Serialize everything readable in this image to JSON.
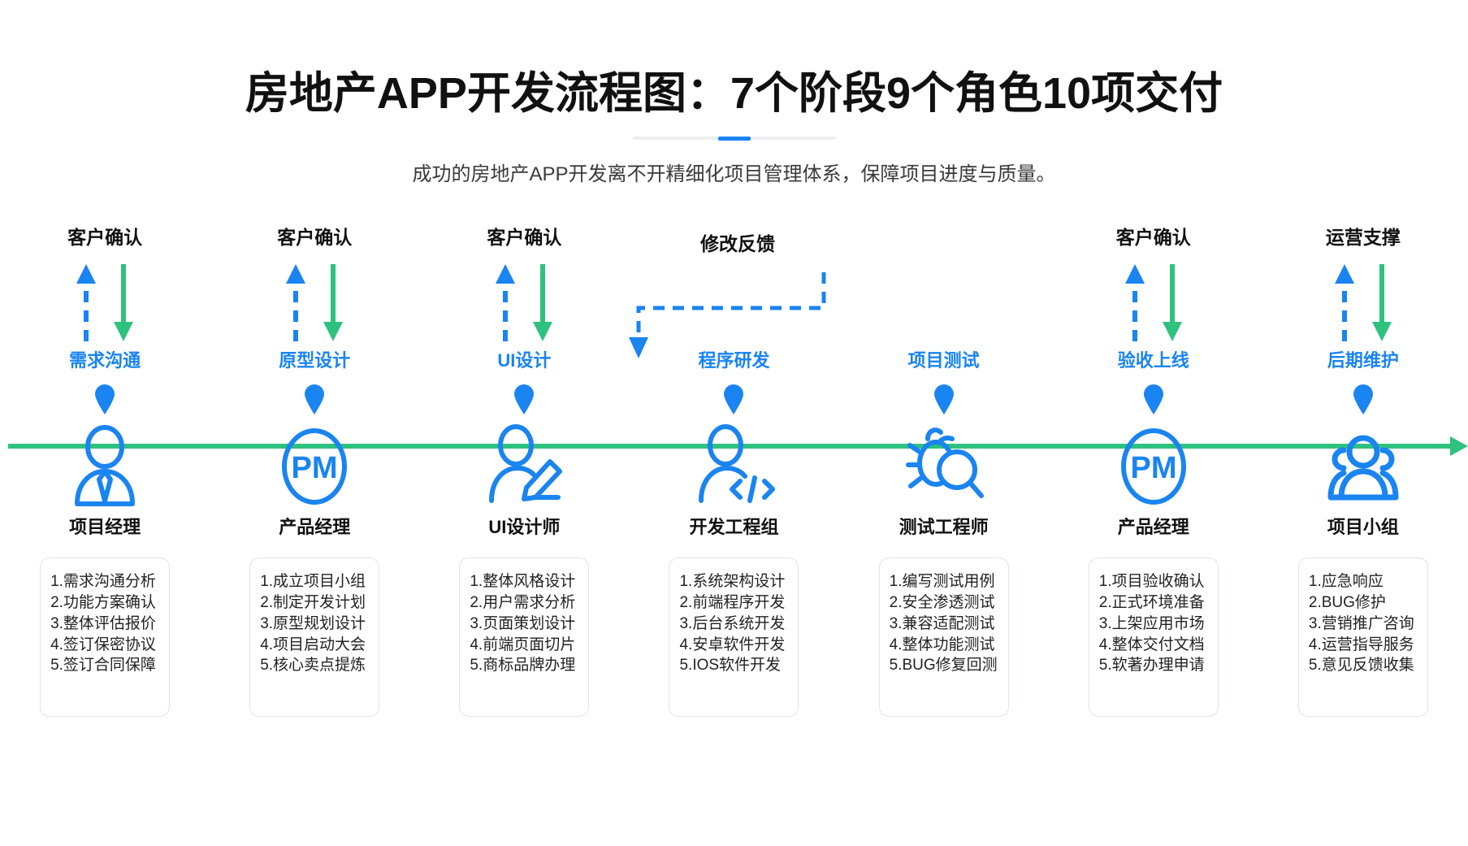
{
  "header": {
    "title": "房地产APP开发流程图：7个阶段9个角色10项交付",
    "subtitle": "成功的房地产APP开发离不开精细化项目管理体系，保障项目进度与质量。",
    "accent_color": "#1a84f0",
    "divider_color": "#eceff1"
  },
  "theme": {
    "blue": "#1a84f0",
    "green": "#2ec27e",
    "text_dark": "#111111",
    "box_border": "#dfe3e8"
  },
  "feedback_loop": {
    "label": "修改反馈",
    "from_stage": "项目测试",
    "to_stage": "程序研发",
    "style": "dashed",
    "color": "#1a84f0"
  },
  "timeline": {
    "axis_color": "#2ec27e",
    "direction": "left-to-right",
    "stage_count": 7,
    "role_count": 9,
    "deliverable_count": 10
  },
  "stages": [
    {
      "phase_label": "客户确认",
      "up_arrow": "dashed-blue",
      "down_arrow": "solid-green",
      "stage_name": "需求沟通",
      "role_icon": "person-tie-icon",
      "role_name": "项目经理",
      "tasks": [
        "1.需求沟通分析",
        "2.功能方案确认",
        "3.整体评估报价",
        "4.签订保密协议",
        "5.签订合同保障"
      ]
    },
    {
      "phase_label": "客户确认",
      "up_arrow": "dashed-blue",
      "down_arrow": "solid-green",
      "stage_name": "原型设计",
      "role_icon": "pm-circle-icon",
      "role_name": "产品经理",
      "tasks": [
        "1.成立项目小组",
        "2.制定开发计划",
        "3.原型规划设计",
        "4.项目启动大会",
        "5.核心卖点提炼"
      ]
    },
    {
      "phase_label": "客户确认",
      "up_arrow": "dashed-blue",
      "down_arrow": "solid-green",
      "stage_name": "UI设计",
      "role_icon": "person-pencil-icon",
      "role_name": "UI设计师",
      "tasks": [
        "1.整体风格设计",
        "2.用户需求分析",
        "3.页面策划设计",
        "4.前端页面切片",
        "5.商标品牌办理"
      ]
    },
    {
      "phase_label": "",
      "up_arrow": "none",
      "down_arrow": "none",
      "stage_name": "程序研发",
      "role_icon": "developer-code-icon",
      "role_name": "开发工程组",
      "tasks": [
        "1.系统架构设计",
        "2.前端程序开发",
        "3.后台系统开发",
        "4.安卓软件开发",
        "5.IOS软件开发"
      ]
    },
    {
      "phase_label": "",
      "up_arrow": "none",
      "down_arrow": "none",
      "stage_name": "项目测试",
      "role_icon": "bug-magnifier-icon",
      "role_name": "测试工程师",
      "tasks": [
        "1.编写测试用例",
        "2.安全渗透测试",
        "3.兼容适配测试",
        "4.整体功能测试",
        "5.BUG修复回测"
      ]
    },
    {
      "phase_label": "客户确认",
      "up_arrow": "dashed-blue",
      "down_arrow": "solid-green",
      "stage_name": "验收上线",
      "role_icon": "pm-circle-icon",
      "role_name": "产品经理",
      "tasks": [
        "1.项目验收确认",
        "2.正式环境准备",
        "3.上架应用市场",
        "4.整体交付文档",
        "5.软著办理申请"
      ]
    },
    {
      "phase_label": "运营支撑",
      "up_arrow": "dashed-blue",
      "down_arrow": "solid-green",
      "stage_name": "后期维护",
      "role_icon": "people-group-icon",
      "role_name": "项目小组",
      "tasks": [
        "1.应急响应",
        "2.BUG修护",
        "3.营销推广咨询",
        "4.运营指导服务",
        "5.意见反馈收集"
      ]
    }
  ]
}
